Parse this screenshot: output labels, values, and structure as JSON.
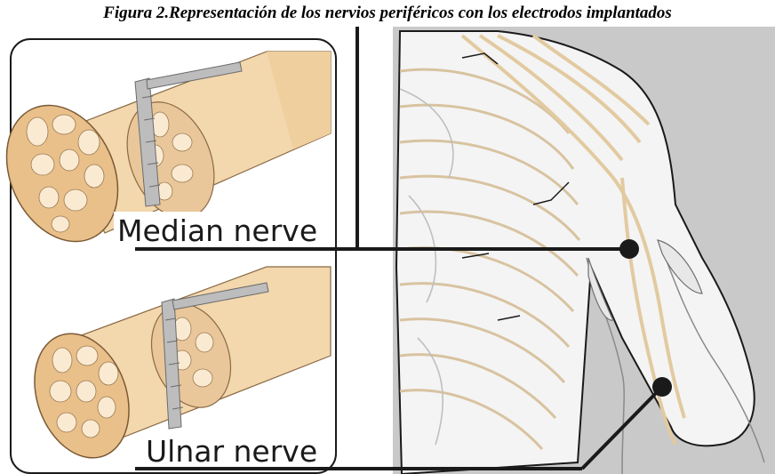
{
  "caption": "Figura 2.Representación de los nervios periféricos con los electrodos implantados",
  "labels": {
    "median": "Median nerve",
    "ulnar": "Ulnar nerve"
  },
  "colors": {
    "nerve_fill": "#f3d7ad",
    "nerve_end": "#e9c08a",
    "fascicle": "#fbead2",
    "skin_bg": "#c9c9c9",
    "body_fill": "#f4f4f4",
    "line": "#1a1a1a"
  }
}
